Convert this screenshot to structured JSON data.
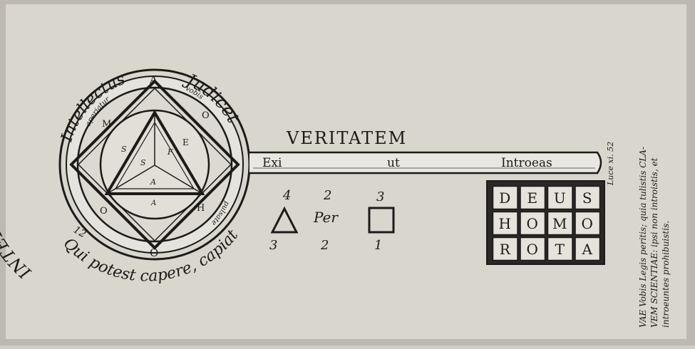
{
  "colors": {
    "paper": "#d9d6ce",
    "paper_edge": "#bdb9b0",
    "ink": "#1c1b19",
    "shaft": "#e9e7e1"
  },
  "left_margin_text": "INTELLIGENTIBUS",
  "ring": {
    "arc_intellectus": "Intellectus",
    "arc_judicet": "Judicet",
    "arc_bottom": "Qui potest capere, capiat",
    "arc_number": "12",
    "inner_top_left": "aperiatur",
    "inner_top_right": "vobis",
    "inner_bottom_right": "pulsate",
    "outer_letter_top": "A",
    "outer_letter_bottom": "O"
  },
  "square_letters": {
    "top_left": "M",
    "top_right": "O",
    "right": "E",
    "bottom_right": "H",
    "bottom_left": "O"
  },
  "triangle_letters": {
    "left": "S",
    "center": "S",
    "right": "F",
    "bottom": "A",
    "lowest": "A"
  },
  "key": {
    "veritatem": "VERITATEM",
    "shaft_words": [
      "Exi",
      "ut",
      "Introeas"
    ],
    "numbers_top": [
      "4",
      "2",
      "3"
    ],
    "per": "Per",
    "numbers_bottom": [
      "3",
      "2",
      "1"
    ]
  },
  "bit_grid": [
    [
      "D",
      "E",
      "U",
      "S"
    ],
    [
      "H",
      "O",
      "M",
      "O"
    ],
    [
      "R",
      "O",
      "T",
      "A"
    ]
  ],
  "right_caption": {
    "reference": "Luce xi. 52",
    "line1": "VAE Vobis Legis peritis; quia tulistis CLA-",
    "line2": "VEM SCIENTIAE: ipsi non introistis, et",
    "line3": "introeuntes prohibuistis."
  }
}
